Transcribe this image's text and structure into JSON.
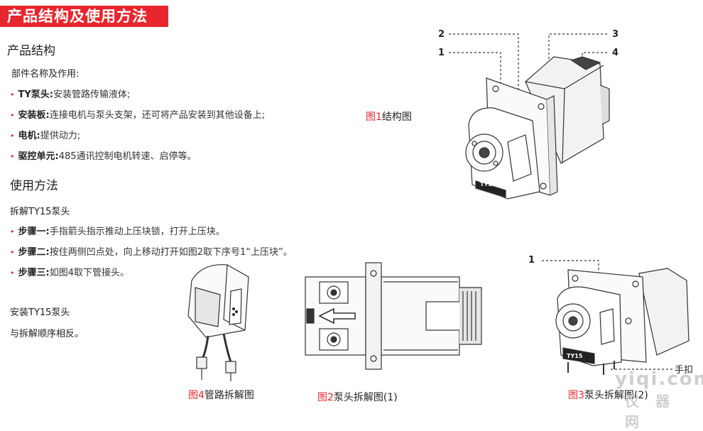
{
  "header": {
    "title": "产品结构及使用方法"
  },
  "structure": {
    "heading": "产品结构",
    "subheading": "部件名称及作用:",
    "items": [
      {
        "name": "TY泵头",
        "sep": ":",
        "desc": "安装管路传输液体;"
      },
      {
        "name": "安装板",
        "sep": ":",
        "desc": "连接电机与泵头支架，还可将产品安装到其他设备上;"
      },
      {
        "name": "电机",
        "sep": ":",
        "desc": "提供动力;"
      },
      {
        "name": "驱控单元",
        "sep": ":",
        "desc": "485通讯控制电机转速、启停等。"
      }
    ]
  },
  "usage": {
    "heading": "使用方法",
    "remove_title": "拆解TY15泵头",
    "steps": [
      {
        "name": "步骤一",
        "sep": ":",
        "desc": "手指箭头指示推动上压块锁，打开上压块。"
      },
      {
        "name": "步骤二",
        "sep": ":",
        "desc": "按住两侧凹点处，向上移动打开如图2取下序号1“上压块”。"
      },
      {
        "name": "步骤三",
        "sep": ":",
        "desc": "如图4取下管接头。"
      }
    ],
    "install_title": "安装TY15泵头",
    "install_text": "与拆解顺序相反。"
  },
  "figures": {
    "fig1": {
      "num": "图1",
      "label": "结构图",
      "callouts": [
        "1",
        "2",
        "3",
        "4"
      ],
      "pump_label": "TY15"
    },
    "fig2": {
      "num": "图2",
      "label": "泵头拆解图(1)"
    },
    "fig3": {
      "num": "图3",
      "label": "泵头拆解图(2)",
      "callout": "1",
      "hand_label": "手扣",
      "pump_label": "TY15"
    },
    "fig4": {
      "num": "图4",
      "label": "管路拆解图"
    }
  },
  "watermark": {
    "site": "yiqi.com",
    "brand": "仪 器 网"
  },
  "colors": {
    "accent": "#e8262d",
    "text": "#222222",
    "line": "#333333"
  }
}
